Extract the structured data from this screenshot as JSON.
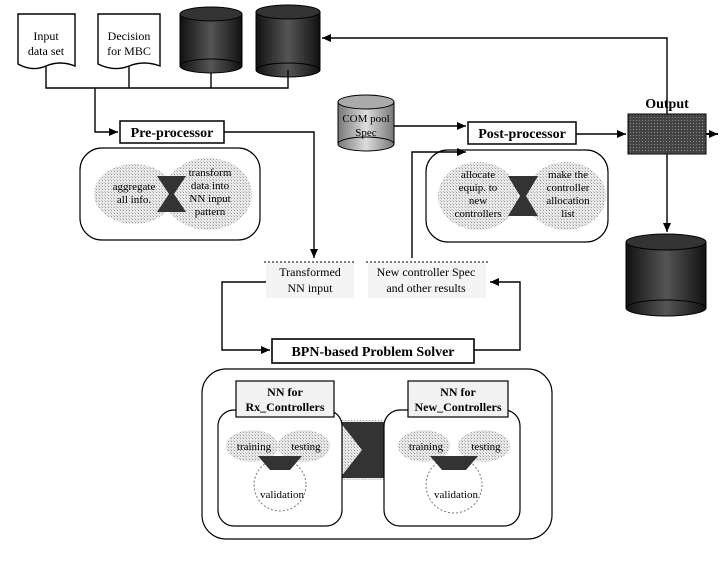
{
  "inputs": {
    "input_data_set": [
      "Input",
      "data set"
    ],
    "decision_for_mbc": [
      "Decision",
      "for MBC"
    ]
  },
  "databases": {
    "db_left": [
      "",
      ""
    ],
    "db_right": [
      "",
      "",
      ""
    ],
    "db_com": [
      "COM pool",
      "Spec"
    ],
    "db_output": [
      "",
      "",
      "",
      ""
    ]
  },
  "pre_processor": {
    "title": "Pre-processor",
    "left_text": [
      "aggregate",
      "all info."
    ],
    "right_text": [
      "transform",
      "data into",
      "NN input",
      "pattern"
    ]
  },
  "post_processor": {
    "title": "Post-processor",
    "left_text": [
      "allocate",
      "equip. to",
      "new",
      "controllers"
    ],
    "right_text": [
      "make the",
      "controller",
      "allocation",
      "list"
    ]
  },
  "output": {
    "label": "Output",
    "box_text": ""
  },
  "transformed_input": [
    "Transformed",
    "NN input"
  ],
  "new_controller_spec": [
    "New controller Spec",
    "and other results"
  ],
  "solver": {
    "title": "BPN-based Problem Solver",
    "nn_rx": {
      "title": [
        "NN for",
        "Rx_Controllers"
      ],
      "training": "training",
      "testing": "testing",
      "validation": "validation"
    },
    "nn_new": {
      "title": [
        "NN for",
        "New_Controllers"
      ],
      "training": "training",
      "testing": "testing",
      "validation": "validation"
    }
  }
}
